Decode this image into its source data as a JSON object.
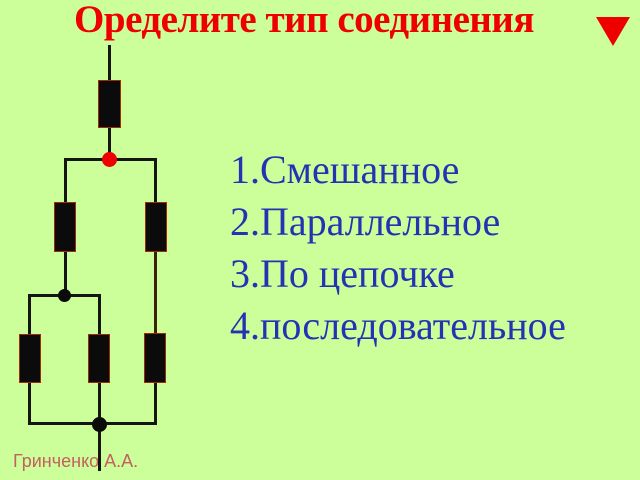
{
  "slide": {
    "title": "Оределите тип соединения",
    "options": [
      "1.Смешанное",
      "2.Параллельное",
      "3.По цепочке",
      "4.последовательное"
    ],
    "author": "Гринченко А.А.",
    "icons": {
      "nav_triangle": "down-triangle"
    },
    "colors": {
      "background": "#ccff99",
      "title_text": "#ee0000",
      "options_text": "#2631b4",
      "author_text": "#c4605f",
      "nav_triangle": "#ee0000",
      "wire": "#151515",
      "wire_maroon_segment": "#3c2208",
      "resistor_fill": "#0b0b0b",
      "resistor_edge": "#9c2c0c",
      "junction_red_dot": "#ee0000",
      "junction_black_dot": "#0b0b0b"
    },
    "circuit": {
      "type": "mixed-connection-resistor-network",
      "resistor_count": 6,
      "junction_count": 3,
      "structure": "one series resistor, then split into two branches: left branch has one resistor then two parallel resistors; right branch has two resistors in series; branches rejoin at bottom node"
    }
  }
}
